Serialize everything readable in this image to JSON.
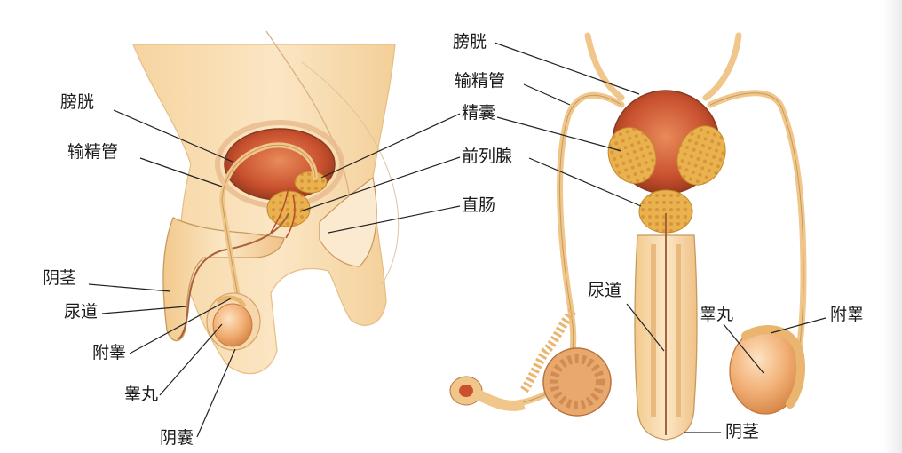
{
  "left_figure": {
    "labels": {
      "bladder": "膀胱",
      "vas_deferens": "输精管",
      "seminal_vesicle": "精囊",
      "prostate": "前列腺",
      "rectum": "直肠",
      "penis": "阴茎",
      "urethra": "尿道",
      "epididymis": "附睾",
      "testis": "睾丸",
      "scrotum": "阴囊"
    }
  },
  "right_figure": {
    "labels": {
      "bladder": "膀胱",
      "vas_deferens": "输精管",
      "urethra": "尿道",
      "testis": "睾丸",
      "epididymis": "附睾",
      "penis": "阴茎"
    }
  },
  "colors": {
    "skin": "#f6d9a6",
    "skin_light": "#fbeacb",
    "bladder": "#c9512f",
    "duct": "#f0c68a",
    "gland": "#eab24e",
    "testis": "#f2b077",
    "outline": "#c69a5e",
    "leader_line": "#222222"
  }
}
